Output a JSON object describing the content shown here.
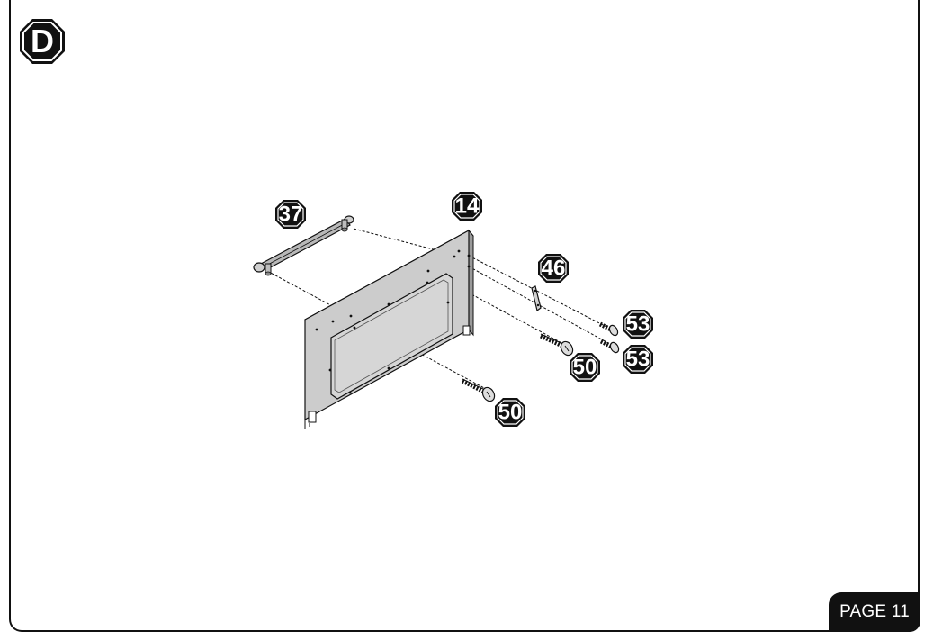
{
  "step": {
    "letter": "D"
  },
  "page": {
    "label": "PAGE 11"
  },
  "parts": {
    "handle": "37",
    "door_panel": "14",
    "plate": "46",
    "screw_long_left": "50",
    "screw_long_right": "50",
    "screw_short_top": "53",
    "screw_short_bottom": "53"
  },
  "colors": {
    "ink": "#111111",
    "panel_fill": "#cccccc",
    "panel_shadow": "#9a9a9a",
    "paper": "#ffffff"
  }
}
